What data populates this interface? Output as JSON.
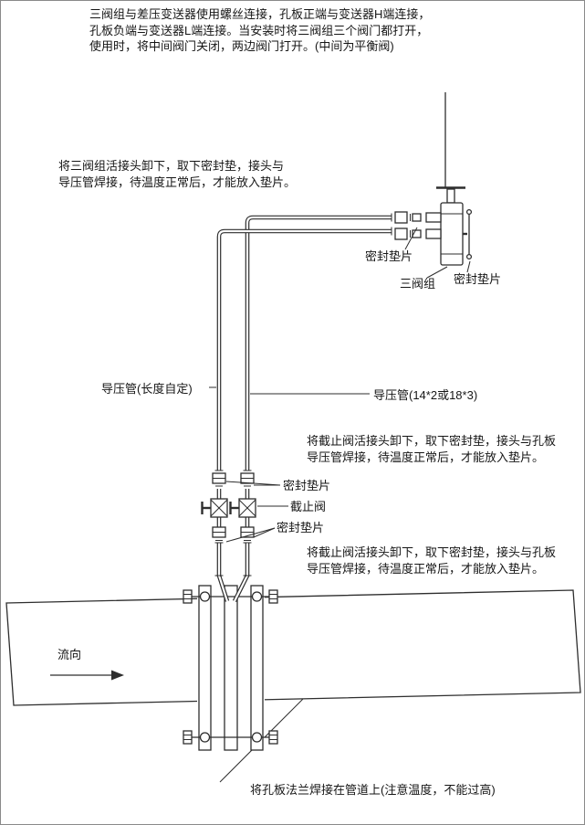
{
  "page": {
    "bg": "#ffffff",
    "border_color": "#8a8a8a",
    "line_color": "#2e2e2e",
    "text_color": "#161616"
  },
  "notes": {
    "top": "三阀组与差压变送器使用螺丝连接，孔板正端与变送器H端连接，\n孔板负端与变送器L端连接。当安装时将三阀组三个阀门都打开，\n使用时，将中间阀门关闭，两边阀门打开。(中间为平衡阀)",
    "manifold": "将三阀组活接头卸下，取下密封垫，接头与\n导压管焊接，待温度正常后，才能放入垫片。",
    "stop_valve_upper": "将截止阀活接头卸下，取下密封垫，接头与孔板\n导压管焊接，待温度正常后，才能放入垫片。",
    "stop_valve_lower": "将截止阀活接头卸下，取下密封垫，接头与孔板\n导压管焊接，待温度正常后，才能放入垫片。",
    "bottom": "将孔板法兰焊接在管道上(注意温度，不能过高)"
  },
  "labels": {
    "gasket_manifold_left": "密封垫片",
    "manifold": "三阀组",
    "gasket_manifold_right": "密封垫片",
    "impulse_pipe_left": "导压管(长度自定)",
    "impulse_pipe_right": "导压管(14*2或18*3)",
    "gasket_valve_upper": "密封垫片",
    "stop_valve": "截止阀",
    "gasket_valve_lower": "密封垫片",
    "flow_direction": "流向"
  }
}
